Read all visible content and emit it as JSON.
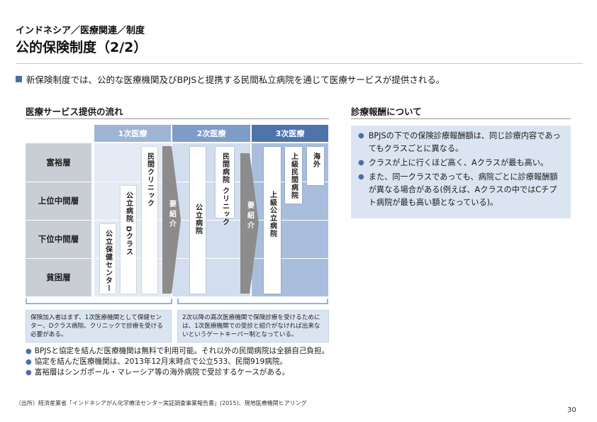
{
  "header": {
    "breadcrumb": "インドネシア／医療関連／制度",
    "title": "公的保険制度（2/2）"
  },
  "lead_text": "新保険制度では、公的な医療機関及びBPJSと提携する民間私立病院を通じて医療サービスが提供される。",
  "left_section": {
    "title": "医療サービス提供の流れ",
    "columns": [
      "1次医療",
      "2次医療",
      "3次医療"
    ],
    "rows": [
      "富裕層",
      "上位中間層",
      "下位中間層",
      "貧困層"
    ],
    "primary_boxes": {
      "public_health_center": "公立保健センター",
      "public_hospital_d": "公立病院 Dクラス",
      "private_clinic": "民間クリニック"
    },
    "secondary_boxes": {
      "public_hospital": "公立病院",
      "private_hospital_clinic": "民間病院 クリニック"
    },
    "tertiary_boxes": {
      "upper_public_hospital": "上級公立病院",
      "upper_private_hospital": "上級民間病院",
      "overseas": "海外"
    },
    "referral_label_1": "要紹介",
    "referral_label_2": "要紹介",
    "note_left": "保険加入者はまず、1次医療機関として保健センター、Dクラス病院、クリニックで診療を受ける必要がある。",
    "note_right": "2次以降の高次医療機関で保険診療を受けるためには、1次医療機関での受診と紹介がなければ出来ないというゲートキーパー制となっている。",
    "bullets": [
      "BPJSと協定を結んだ医療機関は無料で利用可能。それ以外の民間病院は全額自己負担。",
      "協定を結んだ医療機関は、2013年12月末時点で公立533、民間919病院。",
      "富裕層はシンガポール・マレーシア等の海外病院で受診するケースがある。"
    ]
  },
  "right_section": {
    "title": "診療報酬について",
    "bullets": [
      "BPJSの下での保険診療報酬額は、同じ診療内容であってもクラスごとに異なる。",
      "クラスが上に行くほど高く、Aクラスが最も高い。",
      "また、同一クラスであっても、病院ごとに診療報酬額が異なる場合がある(例えば、Aクラスの中ではCチプト病院が最も高い額となっている)。"
    ]
  },
  "footer": {
    "source": "（出所）経済産業省「インドネシアがん化学療法センター実証調査事業報告書」(2015)、現地医療機関ヒアリング",
    "page_number": "30"
  },
  "colors": {
    "accent": "#4a6fa5",
    "col1": "#9fb5d6",
    "col2": "#7f9cc8",
    "col3": "#4f73ab",
    "note_bg": "#dbe5f1",
    "row_label_bg": "#c9cdd4"
  }
}
